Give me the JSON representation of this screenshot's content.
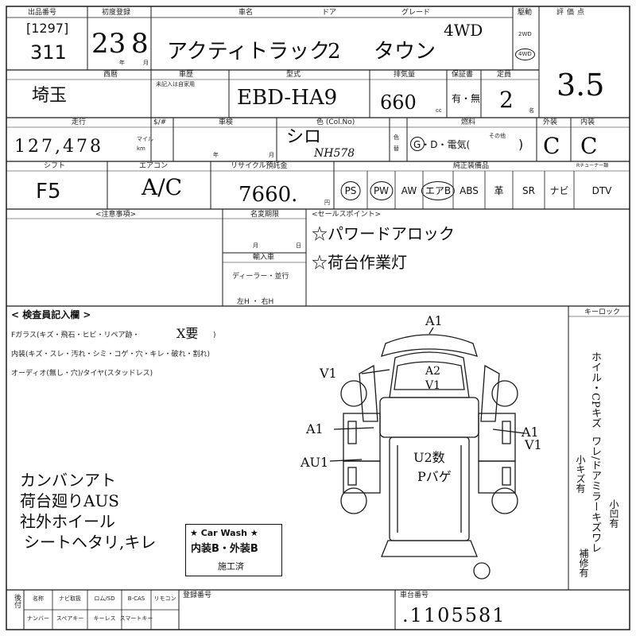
{
  "header": {
    "lot_label": "出品番号",
    "lot_code": "[1297]",
    "lot_number": "311",
    "first_reg_label": "初度登録",
    "first_reg_year": "23",
    "first_reg_month": "8",
    "year_unit": "年",
    "month_unit": "月",
    "car_name_label": "車名",
    "door_label": "ドア",
    "grade_label": "グレード",
    "car_name": "アクティトラック",
    "doors": "2",
    "grade": "タウン",
    "drive_label": "駆動",
    "drive_note": "4WD",
    "drive_2wd": "2WD",
    "drive_4wd": "4WD",
    "score_label": "評価点",
    "score": "3.5"
  },
  "row2": {
    "region_label": "西暦",
    "region": "埼玉",
    "shaken_label": "車歴",
    "shaken_note": "未記入は自家用",
    "model_label": "型式",
    "model": "EBD-HA9",
    "displacement_label": "排気量",
    "displacement": "660",
    "cc_unit": "cc",
    "warranty_label": "保証書",
    "warranty_options": "有・無",
    "capacity_label": "定員",
    "capacity": "2",
    "person_unit": "名"
  },
  "row3": {
    "mileage_label": "走行",
    "mileage": "127,478",
    "mileage_unit_mile": "マイル",
    "mileage_unit_km": "km",
    "meter_label": "$/#",
    "inspection_label": "車検",
    "inspection_year": "年",
    "inspection_month": "月",
    "color_label": "色 (Col.No)",
    "color": "シロ",
    "color_code": "NH578",
    "color_change_label": "色替",
    "fuel_label": "燃料",
    "fuel_options": "G・D・電気(",
    "fuel_other": "その他",
    "fuel_close": ")",
    "exterior_label": "外装",
    "exterior": "C",
    "interior_label": "内装",
    "interior": "C"
  },
  "row4": {
    "shift_label": "シフト",
    "shift": "F5",
    "ac_label": "エアコン",
    "ac": "A/C",
    "recycle_label": "リサイクル預託金",
    "recycle": "7660.",
    "yen_unit": "円",
    "equipment_label": "純正装備品",
    "equipment_tv_label": "Rチューナー類",
    "equipment": [
      "PS",
      "PW",
      "AW",
      "エアB",
      "ABS",
      "革",
      "SR",
      "ナビ",
      "DTV"
    ]
  },
  "row5": {
    "notes_label": "<注意事項>",
    "name_change_label": "名変期限",
    "name_change_month": "月",
    "name_change_day": "日",
    "import_label": "輸入車",
    "import_dealer": "ディーラー・並行",
    "import_hand": "左H ・ 右H",
    "sales_label": "<セールスポイント>",
    "sales_1": "☆パワードアロック",
    "sales_2": "☆荷台作業灯"
  },
  "inspector": {
    "title": "< 検査員記入欄 >",
    "glass_line": "Fガラス(キズ・飛石・ヒビ・リペア跡・",
    "glass_mark": "X要",
    "glass_close": ")",
    "interior_line": "内装(キズ・スレ・汚れ・シミ・コゲ・穴・キレ・破れ・割れ)",
    "audio_line": "オーディオ(無し・穴)/タイヤ(スタッドレス)",
    "note_1": "カンバンアト",
    "note_2": "荷台廻りAUS",
    "note_3": "社外ホイール",
    "note_4": "シートヘタリ,キレ"
  },
  "diagram": {
    "key_label": "キーロック",
    "a1_top": "A1",
    "a2": "A2",
    "v1_center": "V1",
    "v1_left": "V1",
    "a1_left": "A1",
    "au1": "AU1",
    "a1_right": "A1",
    "v1_right": "V1",
    "u2": "U2数",
    "p_bag": "Pバゲ"
  },
  "carwash": {
    "title": "★ Car Wash ★",
    "grade": "内装B・外装B",
    "done": "施工済"
  },
  "side_note": {
    "vertical_1": "ホイル・CPキズ",
    "vertical_2": "ワレ/ドアミラーキズワレ",
    "vertical_3": "小キズ有",
    "vertical_4": "小凹有",
    "vertical_5": "補修有"
  },
  "footer": {
    "accessory_label": "後付",
    "items_top": [
      "名称",
      "ナビ取扱",
      "ロム/SD",
      "B-CAS",
      "リモコン"
    ],
    "items_bottom": [
      "ナンバー",
      "スペアキー",
      "キーレス",
      "スマートキー"
    ],
    "reg_number_label": "登録番号",
    "chassis_label": "車台番号",
    "chassis": ".1105581"
  }
}
